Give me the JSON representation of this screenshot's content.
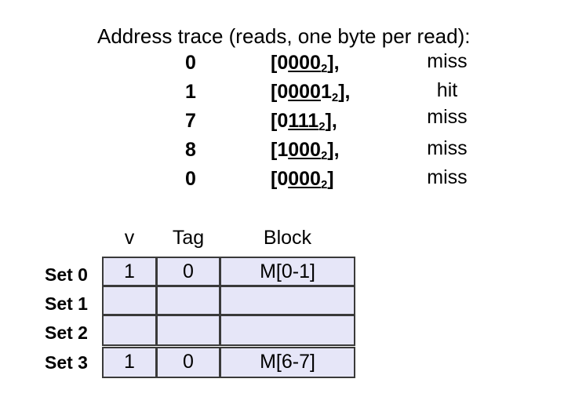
{
  "title": "Address trace (reads, one byte per read):",
  "trace": [
    {
      "address": "0",
      "bin_open": "[0",
      "bin_under": "000",
      "bin_tail": "",
      "bin_sub": "2",
      "bin_close": "],",
      "result": "miss"
    },
    {
      "address": "1",
      "bin_open": "[0",
      "bin_under": "000",
      "bin_tail": "1",
      "bin_sub": "2",
      "bin_close": "],",
      "result": "hit"
    },
    {
      "address": "7",
      "bin_open": "[0",
      "bin_under": "111",
      "bin_tail": "",
      "bin_sub": "2",
      "bin_close": "],",
      "result": "miss"
    },
    {
      "address": "8",
      "bin_open": "[1",
      "bin_under": "000",
      "bin_tail": "",
      "bin_sub": "2",
      "bin_close": "],",
      "result": "miss"
    },
    {
      "address": "0",
      "bin_open": "[0",
      "bin_under": "000",
      "bin_tail": "",
      "bin_sub": "2",
      "bin_close": "]",
      "result": "miss"
    }
  ],
  "cache": {
    "headers": {
      "v": "v",
      "tag": "Tag",
      "block": "Block"
    },
    "sets": [
      {
        "label": "Set 0",
        "v": "1",
        "tag": "0",
        "block": "M[0-1]"
      },
      {
        "label": "Set 1",
        "v": "",
        "tag": "",
        "block": ""
      },
      {
        "label": "Set 2",
        "v": "",
        "tag": "",
        "block": ""
      },
      {
        "label": "Set 3",
        "v": "1",
        "tag": "0",
        "block": "M[6-7]"
      }
    ]
  },
  "colors": {
    "cell_fill": "#e6e6f8",
    "cell_border": "#3a3a3a"
  }
}
